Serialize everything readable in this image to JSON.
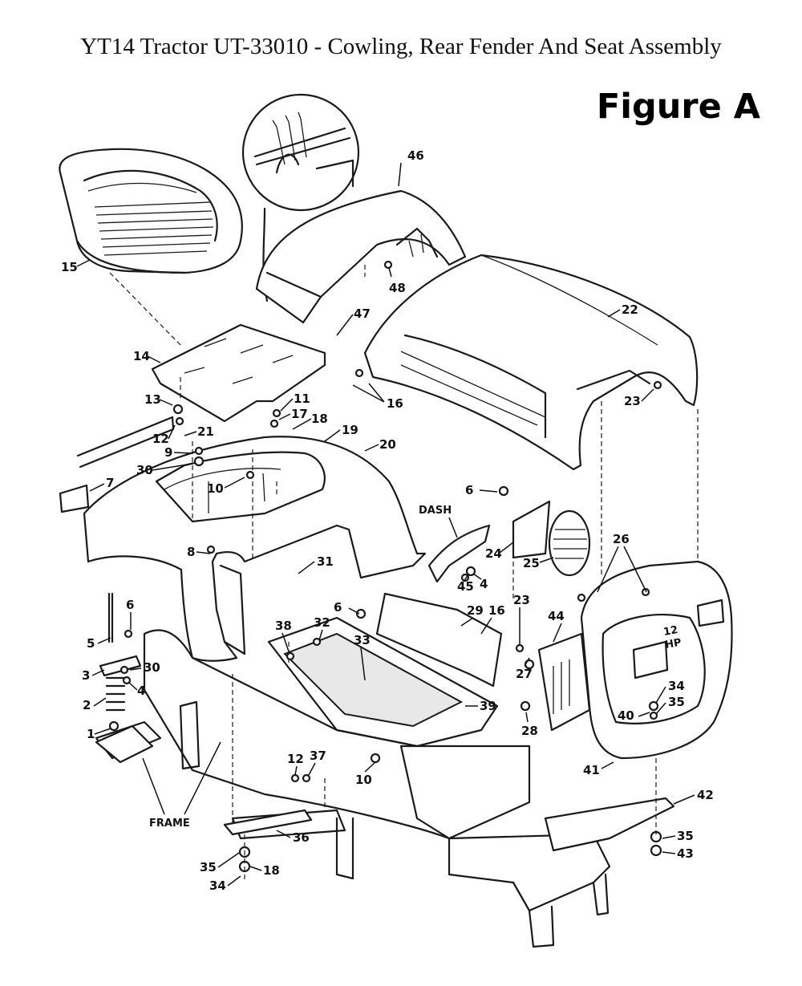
{
  "title": "YT14 Tractor UT-33010 - Cowling, Rear Fender And Seat Assembly",
  "figure_label": "Figure A",
  "text_labels": {
    "dash": "DASH",
    "frame": "FRAME"
  },
  "callouts": [
    {
      "id": "c46",
      "label": "46"
    },
    {
      "id": "c15",
      "label": "15"
    },
    {
      "id": "c48",
      "label": "48"
    },
    {
      "id": "c47",
      "label": "47"
    },
    {
      "id": "c22",
      "label": "22"
    },
    {
      "id": "c14",
      "label": "14"
    },
    {
      "id": "c16a",
      "label": "16"
    },
    {
      "id": "c23a",
      "label": "23"
    },
    {
      "id": "c13",
      "label": "13"
    },
    {
      "id": "c11",
      "label": "11"
    },
    {
      "id": "c17",
      "label": "17"
    },
    {
      "id": "c18a",
      "label": "18"
    },
    {
      "id": "c12a",
      "label": "12"
    },
    {
      "id": "c21",
      "label": "21"
    },
    {
      "id": "c19",
      "label": "19"
    },
    {
      "id": "c20",
      "label": "20"
    },
    {
      "id": "c9",
      "label": "9"
    },
    {
      "id": "c30a",
      "label": "30"
    },
    {
      "id": "c7",
      "label": "7"
    },
    {
      "id": "c10a",
      "label": "10"
    },
    {
      "id": "c6a",
      "label": "6"
    },
    {
      "id": "c8",
      "label": "8"
    },
    {
      "id": "c31",
      "label": "31"
    },
    {
      "id": "c24",
      "label": "24"
    },
    {
      "id": "c25",
      "label": "25"
    },
    {
      "id": "c26",
      "label": "26"
    },
    {
      "id": "c45",
      "label": "45"
    },
    {
      "id": "c4a",
      "label": "4"
    },
    {
      "id": "c6b",
      "label": "6"
    },
    {
      "id": "c29",
      "label": "29"
    },
    {
      "id": "c16b",
      "label": "16"
    },
    {
      "id": "c23b",
      "label": "23"
    },
    {
      "id": "c44",
      "label": "44"
    },
    {
      "id": "c6c",
      "label": "6"
    },
    {
      "id": "c5",
      "label": "5"
    },
    {
      "id": "c38",
      "label": "38"
    },
    {
      "id": "c32",
      "label": "32"
    },
    {
      "id": "c33",
      "label": "33"
    },
    {
      "id": "c3",
      "label": "3"
    },
    {
      "id": "c30b",
      "label": "30"
    },
    {
      "id": "c4b",
      "label": "4"
    },
    {
      "id": "c27",
      "label": "27"
    },
    {
      "id": "c2",
      "label": "2"
    },
    {
      "id": "c34a",
      "label": "34"
    },
    {
      "id": "c40",
      "label": "40"
    },
    {
      "id": "c35a",
      "label": "35"
    },
    {
      "id": "c39",
      "label": "39"
    },
    {
      "id": "c28",
      "label": "28"
    },
    {
      "id": "c1",
      "label": "1"
    },
    {
      "id": "c12b",
      "label": "12"
    },
    {
      "id": "c37",
      "label": "37"
    },
    {
      "id": "c10b",
      "label": "10"
    },
    {
      "id": "c41",
      "label": "41"
    },
    {
      "id": "c42",
      "label": "42"
    },
    {
      "id": "c36",
      "label": "36"
    },
    {
      "id": "c35b",
      "label": "35"
    },
    {
      "id": "c43",
      "label": "43"
    },
    {
      "id": "c35c",
      "label": "35"
    },
    {
      "id": "c18b",
      "label": "18"
    },
    {
      "id": "c34b",
      "label": "34"
    }
  ],
  "hood_badge": {
    "line1": "12",
    "line2": "HP"
  }
}
